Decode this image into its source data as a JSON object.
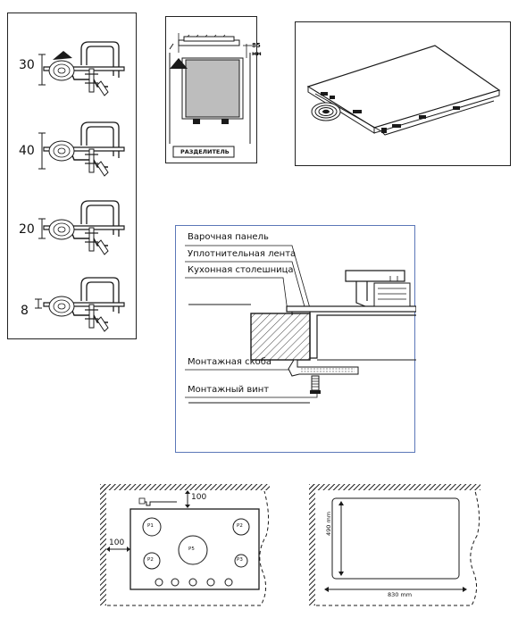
{
  "clamp_panel": {
    "values": [
      "30",
      "40",
      "20",
      "8"
    ]
  },
  "cabinet_panel": {
    "clearance": "85",
    "clearance_unit": "мм",
    "divider_label": "РАЗДЕЛИТЕЛЬ"
  },
  "section_panel": {
    "labels": {
      "hob": "Варочная панель",
      "seal": "Уплотнительная лента",
      "worktop": "Кухонная столешница",
      "bracket": "Монтажная скоба",
      "screw": "Монтажный винт"
    }
  },
  "placement_panel": {
    "rear_clearance": "100",
    "side_clearance": "100",
    "burners": [
      "P1",
      "P2",
      "P5",
      "P2",
      "P3"
    ]
  },
  "cutout_panel": {
    "depth": "490 mm",
    "width": "830 mm"
  },
  "colors": {
    "line": "#1a1a1a",
    "section_border": "#5b77b8",
    "fill_grey": "#bdbdbd"
  }
}
